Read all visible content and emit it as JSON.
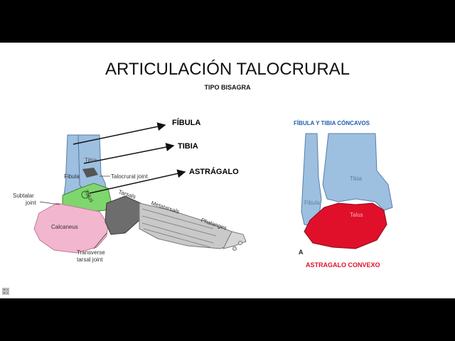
{
  "slide": {
    "title": "ARTICULACIÓN TALOCRURAL",
    "subtitle": "TIPO BISAGRA"
  },
  "left_figure": {
    "callouts": {
      "fibula": "FÍBULA",
      "tibia": "TIBIA",
      "astragalo": "ASTRÁGALO"
    },
    "labels": {
      "tibia": "Tibia",
      "fibula": "Fibula",
      "talocrural_joint": "Talocrural joint",
      "talus": "Talus",
      "tarsals": "Tarsals",
      "metatarsals": "Metatarsals",
      "phalanges": "Phalanges",
      "subtalar_line1": "Subtalar",
      "subtalar_line2": "joint",
      "calcaneus": "Calcaneus",
      "transverse_line1": "Transverse",
      "transverse_line2": "tarsal joint"
    }
  },
  "right_figure": {
    "heading": "FÍBULA Y TIBIA CÓNCAVOS",
    "labels": {
      "tibia": "Tibia",
      "fibula": "Fibula",
      "talus": "Talus",
      "panel_letter": "A"
    },
    "caption": "ASTRAGALO CONVEXO"
  },
  "colors": {
    "bone_blue": "#9dbfe0",
    "talus_green": "#7fd66e",
    "calcaneus_pink": "#f2b6cf",
    "foot_gray": "#c9c9c9",
    "talus_red": "#e0102a",
    "heading_blue": "#1f5fa8",
    "caption_red": "#e0102a"
  },
  "toolbar": {
    "icons": [
      "arrow-left-icon",
      "pencil-icon",
      "menu-icon",
      "arrow-right-icon"
    ]
  }
}
